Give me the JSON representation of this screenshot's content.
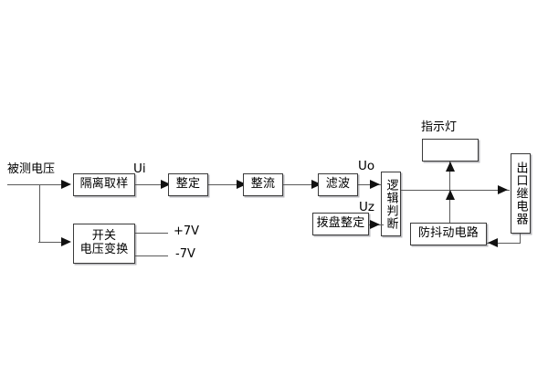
{
  "diagram": {
    "title": "",
    "colors": {
      "box_border": "#3a3a3a",
      "box_shadow": "#b9b9bd",
      "line": "#5a5a5a",
      "arrow": "#111111",
      "background": "#ffffff",
      "text": "#000000"
    },
    "blocks": [
      {
        "id": "isolation_sampling",
        "label": "隔离取样"
      },
      {
        "id": "switch_voltage_conversion",
        "label": "开关\n电压变换"
      },
      {
        "id": "setting",
        "label": "整定"
      },
      {
        "id": "rectify",
        "label": "整流"
      },
      {
        "id": "filter",
        "label": "滤波"
      },
      {
        "id": "logic_judgement",
        "label": "逻辑判断"
      },
      {
        "id": "dial_setting",
        "label": "拨盘整定"
      },
      {
        "id": "anti_shake_circuit",
        "label": "防抖动电路"
      },
      {
        "id": "output_relay",
        "label": "出口继电器"
      },
      {
        "id": "indicator_lamp_box",
        "label": ""
      }
    ],
    "labels": [
      {
        "id": "input_voltage",
        "text": "被测电压"
      },
      {
        "id": "signal_ui",
        "text": "Ui"
      },
      {
        "id": "supply_positive",
        "text": "+7V"
      },
      {
        "id": "supply_negative",
        "text": "-7V"
      },
      {
        "id": "signal_uo",
        "text": "Uo"
      },
      {
        "id": "signal_uz",
        "text": "Uz"
      },
      {
        "id": "indicator_lamp_title",
        "text": "指示灯"
      }
    ]
  }
}
